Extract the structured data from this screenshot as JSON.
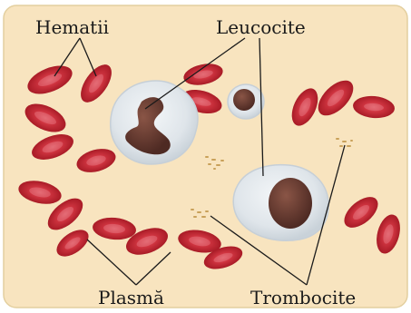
{
  "labels": {
    "hematii": "Hematii",
    "leucocite": "Leucocite",
    "plasma": "Plasmă",
    "trombocite": "Trombocite"
  },
  "colors": {
    "plasma_background": "#f8e4bf",
    "frame": "#d7c08f",
    "red_cell": "#c2232f",
    "red_cell_center": "#e0616a",
    "white_cell": "#dfe6ec",
    "nucleus": "#6b3d33",
    "platelet": "#c9a15a",
    "leader_line": "#1a1a1a"
  },
  "elements": {
    "red_blood_cells": "hematii",
    "white_blood_cells": "leucocite",
    "platelets": "trombocite",
    "fluid": "plasmă"
  }
}
